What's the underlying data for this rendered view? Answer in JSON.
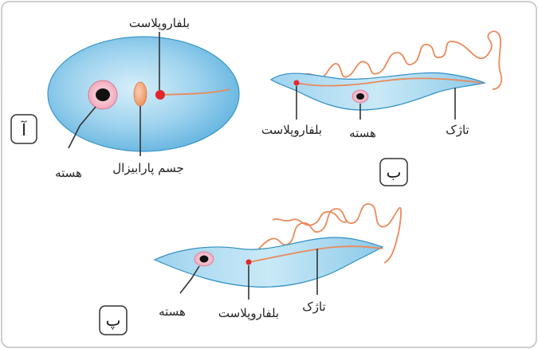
{
  "figure": {
    "panels": [
      {
        "tag": "آ",
        "labels": {
          "blepharoplast": "بلفاروپلاست",
          "nucleus": "هسته",
          "parabasal_body": "جسم پارابیزال"
        }
      },
      {
        "tag": "ب",
        "labels": {
          "blepharoplast": "بلفاروپلاست",
          "nucleus": "هسته",
          "flagellum": "تاژک"
        }
      },
      {
        "tag": "پ",
        "labels": {
          "nucleus": "هسته",
          "blepharoplast": "بلفاروپلاست",
          "flagellum": "تاژک"
        }
      }
    ],
    "colors": {
      "cell_fill": "#8fcbe8",
      "cell_stroke": "#2f8fc4",
      "nucleus_ring": "#f3b3c4",
      "nucleus_core": "#111111",
      "blepharoplast": "#e3262b",
      "parabasal": "#f4a173",
      "flagellum": "#e98a5c"
    }
  }
}
